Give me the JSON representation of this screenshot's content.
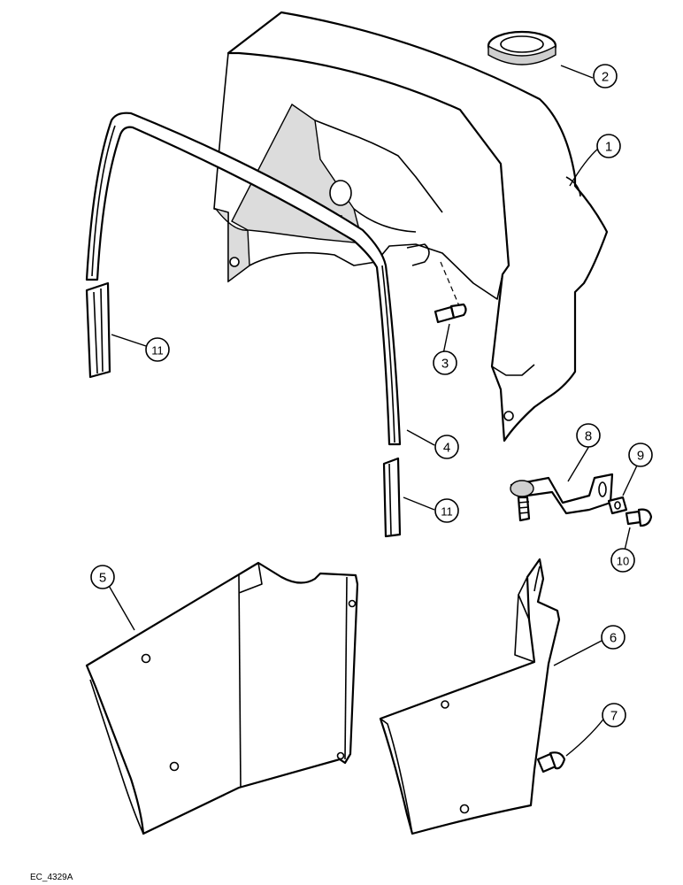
{
  "figure": {
    "reference": "EC_4329A"
  },
  "callouts": [
    {
      "id": "1",
      "label": "1"
    },
    {
      "id": "2",
      "label": "2"
    },
    {
      "id": "3",
      "label": "3"
    },
    {
      "id": "4",
      "label": "4"
    },
    {
      "id": "5",
      "label": "5"
    },
    {
      "id": "6",
      "label": "6"
    },
    {
      "id": "7",
      "label": "7"
    },
    {
      "id": "8",
      "label": "8"
    },
    {
      "id": "9",
      "label": "9"
    },
    {
      "id": "10",
      "label": "10"
    },
    {
      "id": "11a",
      "label": "11"
    },
    {
      "id": "11b",
      "label": "11"
    }
  ]
}
